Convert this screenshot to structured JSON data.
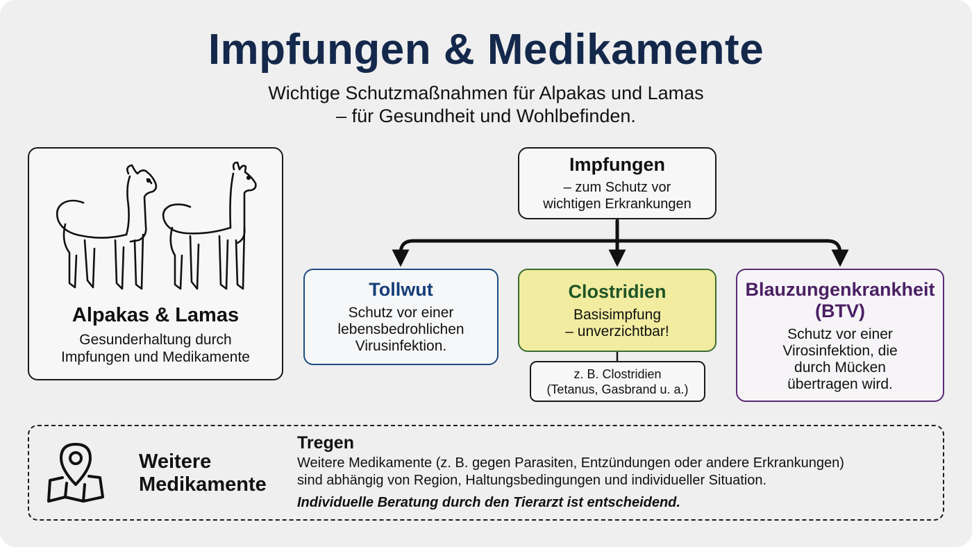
{
  "header": {
    "title": "Impfungen & Medikamente",
    "subtitle_lines": [
      "Wichtige Schutzmaßnahmen für Alpakas und Lamas",
      "– für Gesundheit und Wohlbefinden."
    ]
  },
  "animals": {
    "title": "Alpakas & Lamas",
    "desc_lines": [
      "Gesunderhaltung durch",
      "Impfungen und Medikamente"
    ],
    "icon": "alpaca-llama-icon"
  },
  "vaccinations": {
    "title": "Impfungen",
    "desc_lines": [
      "– zum Schutz vor",
      "wichtigen Erkrankungen"
    ]
  },
  "cards": {
    "tollwut": {
      "title": "Tollwut",
      "desc_lines": [
        "Schutz vor einer",
        "lebensbedrohlichen",
        "Virusinfektion."
      ],
      "color": "#133f78"
    },
    "clostridien": {
      "title": "Clostridien",
      "desc_lines": [
        "Basisimpfung",
        "– unverzichtbar!"
      ],
      "note_lines": [
        "z. B. Clostridien",
        "(Tetanus, Gasbrand u. a.)"
      ],
      "color": "#1f5426",
      "fill": "#f1eca0"
    },
    "btv": {
      "title_lines": [
        "Blauzungenkrankheit",
        "(BTV)"
      ],
      "desc_lines": [
        "Schutz vor einer",
        "Virosinfektion, die",
        "durch Mücken",
        "übertragen wird."
      ],
      "color": "#4a1f63"
    }
  },
  "medications": {
    "label_lines": [
      "Weitere",
      "Medikamente"
    ],
    "icon": "map-location-icon",
    "heading": "Tregen",
    "text_lines": [
      "Weitere Medikamente (z. B. gegen Parasiten, Entzündungen oder andere Erkrankungen)",
      "sind abhängig von Region, Haltungsbedingungen und individueller Situation."
    ],
    "emphasis": "Individuelle Beratung durch den Tierarzt ist entscheidend."
  }
}
